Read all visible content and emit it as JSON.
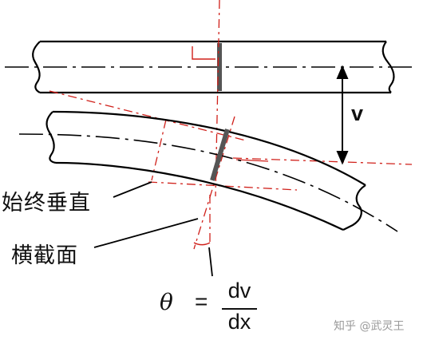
{
  "labels": {
    "always_perpendicular": "始终垂直",
    "cross_section": "横截面",
    "deflection_symbol": "v"
  },
  "formula": {
    "angle_symbol": "θ",
    "equals": "=",
    "numerator": "dv",
    "denominator": "dx"
  },
  "watermark": "知乎 @武灵王",
  "colors": {
    "outline": "#000000",
    "centerline_red": "#d0201a",
    "section_gray": "#555555"
  }
}
